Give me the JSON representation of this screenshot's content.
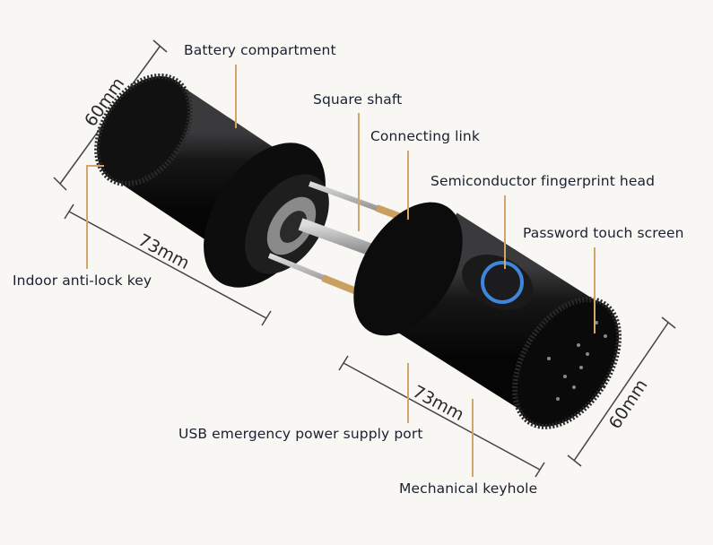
{
  "labels": {
    "battery": "Battery compartment",
    "square_shaft": "Square shaft",
    "connecting_link": "Connecting link",
    "fingerprint": "Semiconductor fingerprint head",
    "touch_screen": "Password touch screen",
    "anti_lock": "Indoor anti-lock key",
    "usb": "USB emergency power supply port",
    "keyhole": "Mechanical keyhole"
  },
  "dimensions": {
    "left_diameter": "60mm",
    "left_length": "73mm",
    "right_length": "73mm",
    "right_diameter": "60mm"
  },
  "colors": {
    "background": "#f8f7f4",
    "leader": "#d2a56b",
    "text": "#1b2030",
    "fingerprint_ring": "#3d86dc"
  }
}
